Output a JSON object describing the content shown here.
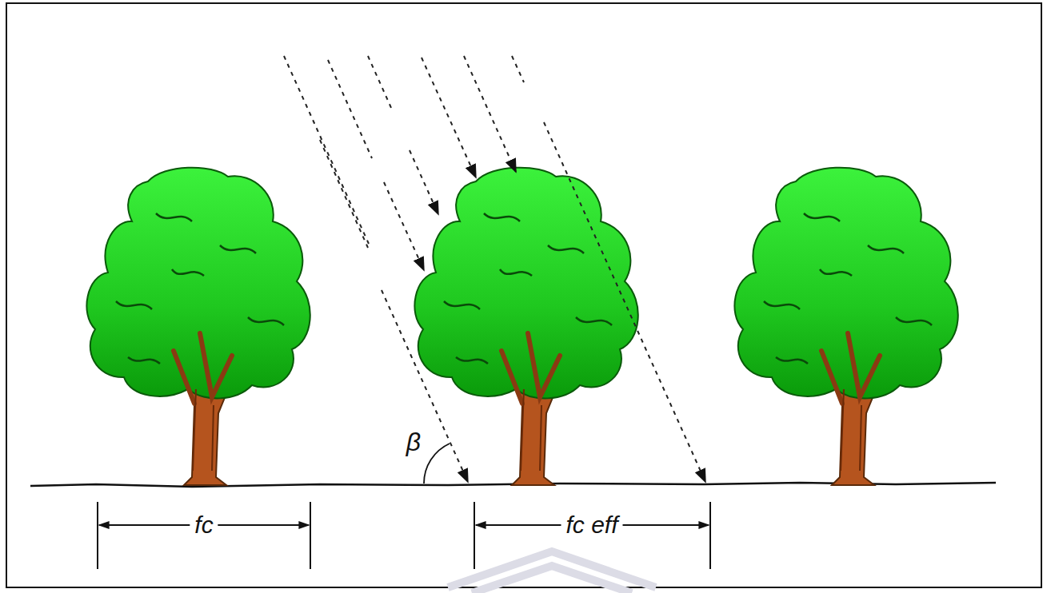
{
  "diagram": {
    "labels": [
      "β",
      "fc",
      "fc eff"
    ]
  }
}
